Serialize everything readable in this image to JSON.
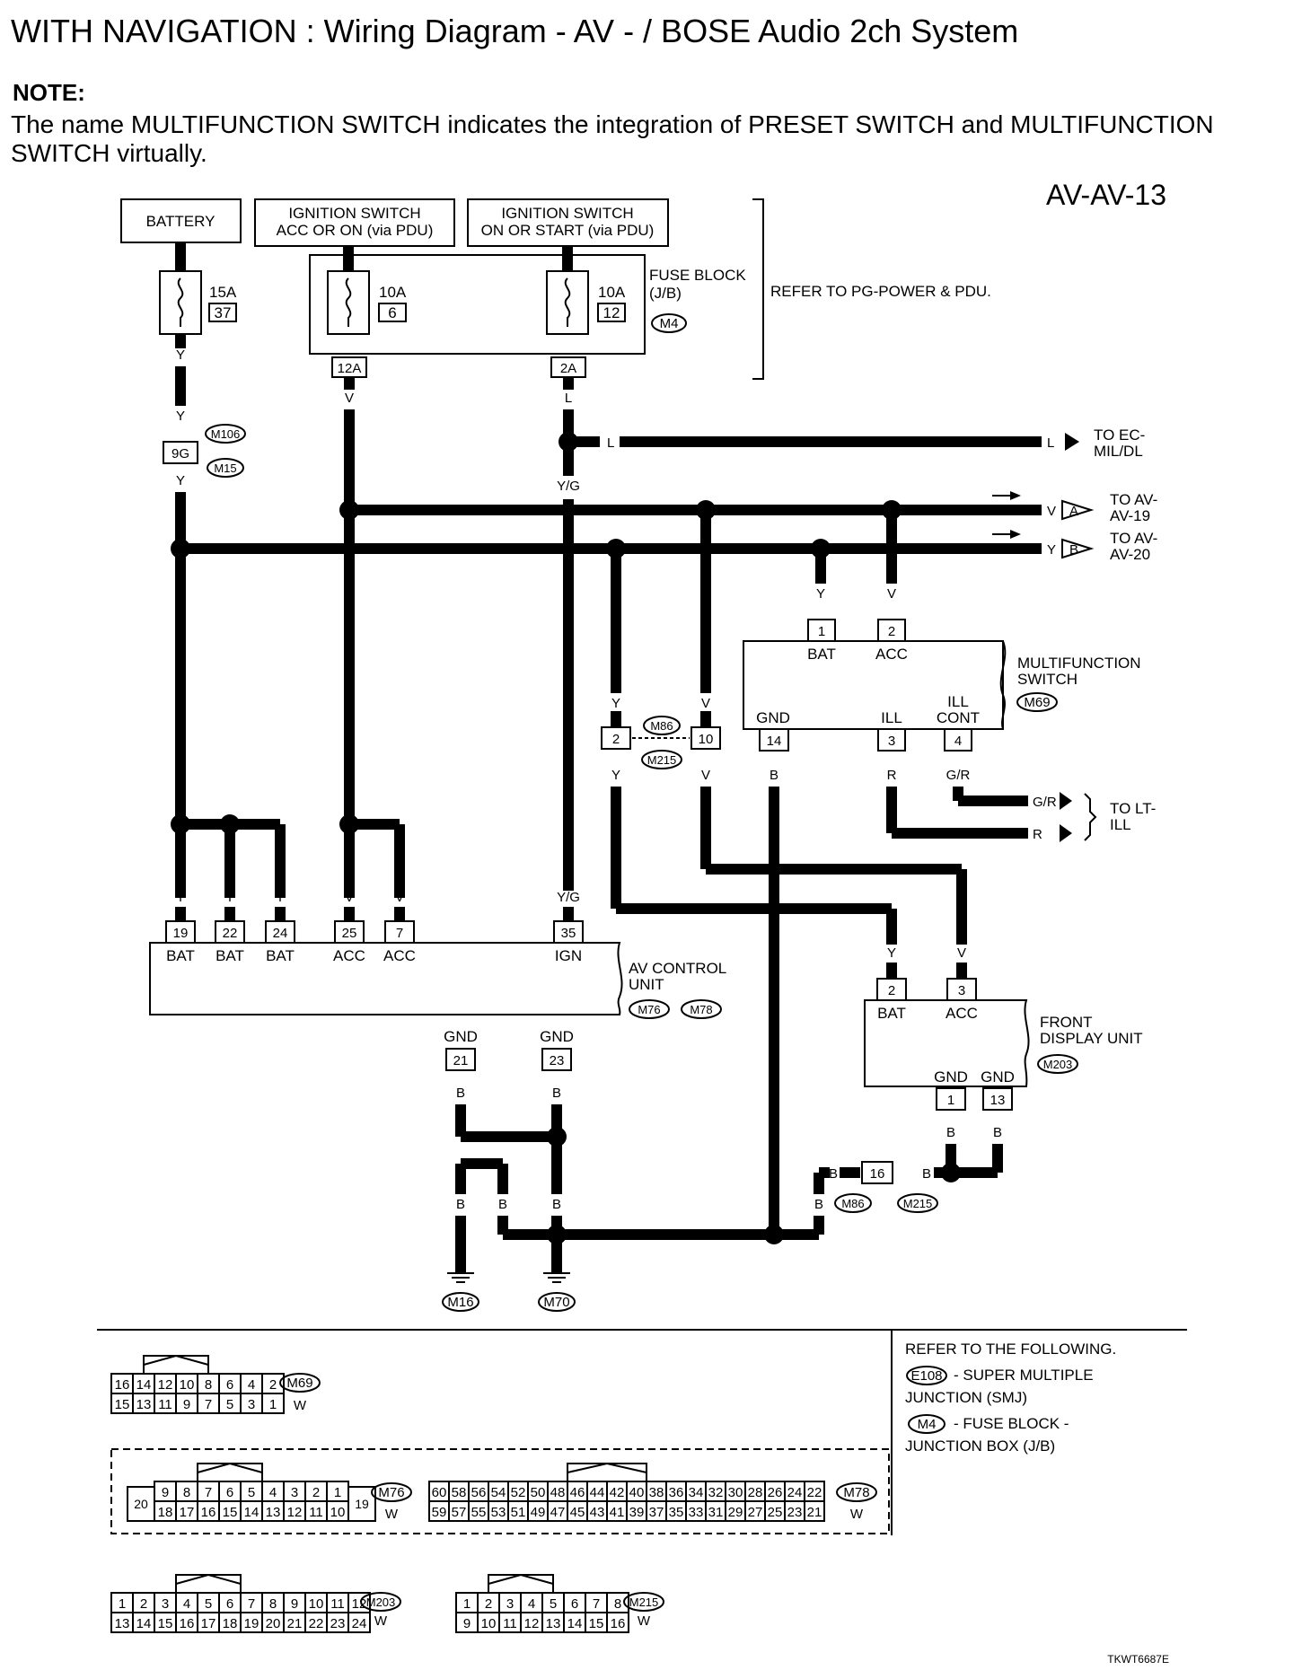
{
  "title": "WITH NAVIGATION : Wiring Diagram - AV - / BOSE Audio 2ch System",
  "note": {
    "heading": "NOTE:",
    "text": "The name MULTIFUNCTION SWITCH indicates the integration of PRESET SWITCH and MULTIFUNCTION SWITCH virtually."
  },
  "diagram_id": "AV-AV-13",
  "sources": {
    "battery": "BATTERY",
    "ign_acc_1": "IGNITION SWITCH",
    "ign_acc_2": "ACC OR ON (via PDU)",
    "ign_start_1": "IGNITION SWITCH",
    "ign_start_2": "ON OR START (via PDU)"
  },
  "fuses": {
    "f1_amp": "15A",
    "f1_no": "37",
    "f2_amp": "10A",
    "f2_no": "6",
    "f3_amp": "10A",
    "f3_no": "12",
    "block_1": "FUSE BLOCK",
    "block_2": "(J/B)",
    "block_conn": "M4",
    "refer": "REFER TO PG-POWER & PDU."
  },
  "connectors": {
    "c12a": "12A",
    "c2a": "2A",
    "c9g": "9G",
    "m106": "M106",
    "m15": "M15",
    "m86": "M86",
    "m215": "M215",
    "m69": "M69",
    "m76": "M76",
    "m78": "M78",
    "m203": "M203",
    "m16": "M16",
    "m70": "M70",
    "c16": "16",
    "c2": "2",
    "c10": "10"
  },
  "wires": {
    "y": "Y",
    "v": "V",
    "l": "L",
    "yg": "Y/G",
    "b": "B",
    "r": "R",
    "gr": "G/R"
  },
  "offpage": {
    "ecm_1": "TO EC-",
    "ecm_2": "MIL/DL",
    "av19_1": "TO AV-",
    "av19_2": "AV-19",
    "av20_1": "TO AV-",
    "av20_2": "AV-20",
    "ltill_1": "TO LT-",
    "ltill_2": "ILL",
    "a": "A",
    "b": "B"
  },
  "multifunction_switch": {
    "name_1": "MULTIFUNCTION",
    "name_2": "SWITCH",
    "p1": "1",
    "p1_label": "BAT",
    "p2": "2",
    "p2_label": "ACC",
    "p14": "14",
    "p14_label": "GND",
    "p3": "3",
    "p3_label": "ILL",
    "p4": "4",
    "p4_label_1": "ILL",
    "p4_label_2": "CONT"
  },
  "av_control_unit": {
    "name_1": "AV CONTROL",
    "name_2": "UNIT",
    "pins": [
      {
        "no": "19",
        "label": "BAT"
      },
      {
        "no": "22",
        "label": "BAT"
      },
      {
        "no": "24",
        "label": "BAT"
      },
      {
        "no": "25",
        "label": "ACC"
      },
      {
        "no": "7",
        "label": "ACC"
      },
      {
        "no": "35",
        "label": "IGN"
      }
    ],
    "gnd": [
      {
        "no": "21",
        "label": "GND"
      },
      {
        "no": "23",
        "label": "GND"
      }
    ]
  },
  "front_display_unit": {
    "name_1": "FRONT",
    "name_2": "DISPLAY UNIT",
    "p2": "2",
    "p2_label": "BAT",
    "p3": "3",
    "p3_label": "ACC",
    "p1": "1",
    "p1_label": "GND",
    "p13": "13",
    "p13_label": "GND"
  },
  "connector_views": {
    "m69_top": [
      "16",
      "14",
      "12",
      "10",
      "8",
      "6",
      "4",
      "2"
    ],
    "m69_bot": [
      "15",
      "13",
      "11",
      "9",
      "7",
      "5",
      "3",
      "1"
    ],
    "m76_top": [
      "9",
      "8",
      "7",
      "6",
      "5",
      "4",
      "3",
      "2",
      "1"
    ],
    "m76_bot": [
      "18",
      "17",
      "16",
      "15",
      "14",
      "13",
      "12",
      "11",
      "10"
    ],
    "m76_left": "20",
    "m76_right": "19",
    "m78_top": [
      "60",
      "58",
      "56",
      "54",
      "52",
      "50",
      "48",
      "46",
      "44",
      "42",
      "40",
      "38",
      "36",
      "34",
      "32",
      "30",
      "28",
      "26",
      "24",
      "22"
    ],
    "m78_bot": [
      "59",
      "57",
      "55",
      "53",
      "51",
      "49",
      "47",
      "45",
      "43",
      "41",
      "39",
      "37",
      "35",
      "33",
      "31",
      "29",
      "27",
      "25",
      "23",
      "21"
    ],
    "m203_top": [
      "1",
      "2",
      "3",
      "4",
      "5",
      "6",
      "7",
      "8",
      "9",
      "10",
      "11",
      "12"
    ],
    "m203_bot": [
      "13",
      "14",
      "15",
      "16",
      "17",
      "18",
      "19",
      "20",
      "21",
      "22",
      "23",
      "24"
    ],
    "m215_top": [
      "1",
      "2",
      "3",
      "4",
      "5",
      "6",
      "7",
      "8"
    ],
    "m215_bot": [
      "9",
      "10",
      "11",
      "12",
      "13",
      "14",
      "15",
      "16"
    ],
    "color_w": "W"
  },
  "refer_following": {
    "heading": "REFER TO THE FOLLOWING.",
    "e108": "E108",
    "e108_text_1": "- SUPER MULTIPLE",
    "e108_text_2": "JUNCTION (SMJ)",
    "m4": "M4",
    "m4_text_1": "- FUSE BLOCK -",
    "m4_text_2": "JUNCTION BOX (J/B)"
  },
  "footer_code": "TKWT6687E"
}
